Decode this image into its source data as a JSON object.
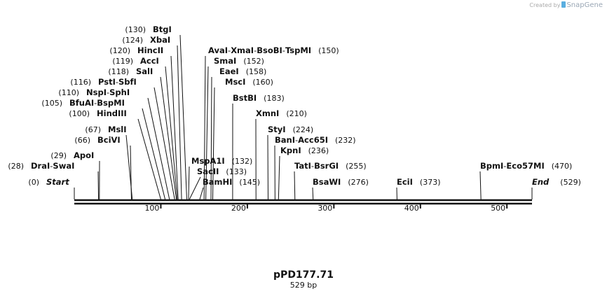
{
  "credit": {
    "prefix": "Created by",
    "brand": "SnapGene",
    "logo_icon": "snapgene-logo-icon"
  },
  "sequence": {
    "name": "pPD177.71",
    "length_label": "529 bp",
    "length": 529
  },
  "axis": {
    "ticks": [
      100,
      200,
      300,
      400,
      500
    ]
  },
  "colors": {
    "line": "#111111",
    "text": "#111111"
  },
  "labels": [
    {
      "parts": [
        "BtgI"
      ],
      "pos": 130
    },
    {
      "parts": [
        "XbaI"
      ],
      "pos": 124
    },
    {
      "parts": [
        "HincII"
      ],
      "pos": 120
    },
    {
      "parts": [
        "AccI"
      ],
      "pos": 119
    },
    {
      "parts": [
        "SalI"
      ],
      "pos": 118
    },
    {
      "parts": [
        "PstI",
        "SbfI"
      ],
      "pos": 116
    },
    {
      "parts": [
        "NspI",
        "SphI"
      ],
      "pos": 110
    },
    {
      "parts": [
        "BfuAI",
        "BspMI"
      ],
      "pos": 105
    },
    {
      "parts": [
        "HindIII"
      ],
      "pos": 100
    },
    {
      "parts": [
        "MslI"
      ],
      "pos": 67
    },
    {
      "parts": [
        "BciVI"
      ],
      "pos": 66
    },
    {
      "parts": [
        "ApoI"
      ],
      "pos": 29
    },
    {
      "parts": [
        "DraI",
        "SwaI"
      ],
      "pos": 28
    },
    {
      "parts": [
        "Start"
      ],
      "pos": 0,
      "terminus": true
    },
    {
      "parts": [
        "AvaI",
        "XmaI",
        "BsoBI",
        "TspMI"
      ],
      "pos": 150
    },
    {
      "parts": [
        "SmaI"
      ],
      "pos": 152
    },
    {
      "parts": [
        "EaeI"
      ],
      "pos": 158
    },
    {
      "parts": [
        "MscI"
      ],
      "pos": 160
    },
    {
      "parts": [
        "BstBI"
      ],
      "pos": 183
    },
    {
      "parts": [
        "XmnI"
      ],
      "pos": 210
    },
    {
      "parts": [
        "StyI"
      ],
      "pos": 224
    },
    {
      "parts": [
        "BanI",
        "Acc65I"
      ],
      "pos": 232
    },
    {
      "parts": [
        "KpnI"
      ],
      "pos": 236
    },
    {
      "parts": [
        "TatI",
        "BsrGI"
      ],
      "pos": 255
    },
    {
      "parts": [
        "BsaWI"
      ],
      "pos": 276
    },
    {
      "parts": [
        "EciI"
      ],
      "pos": 373
    },
    {
      "parts": [
        "BpmI",
        "Eco57MI"
      ],
      "pos": 470
    },
    {
      "parts": [
        "End"
      ],
      "pos": 529,
      "terminus": true
    },
    {
      "parts": [
        "MspA1I"
      ],
      "pos": 132
    },
    {
      "parts": [
        "SacII"
      ],
      "pos": 133
    },
    {
      "parts": [
        "BamHI"
      ],
      "pos": 145
    }
  ]
}
